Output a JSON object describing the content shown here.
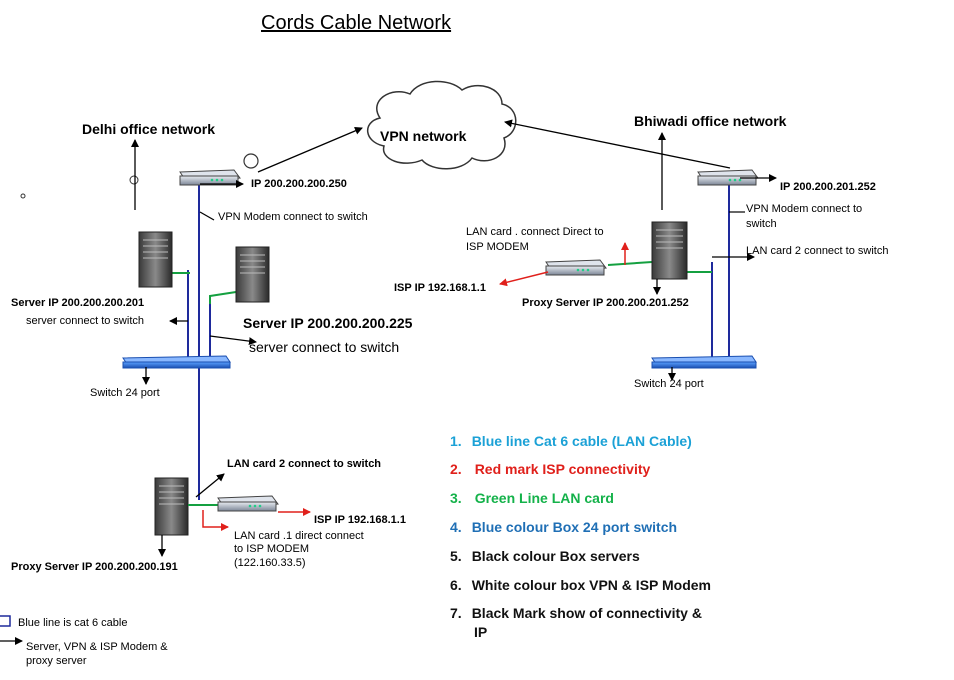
{
  "title": "Cords Cable Network",
  "cloud_label": "VPN network",
  "delhi": {
    "heading": "Delhi office network",
    "modem_ip": "IP 200.200.200.250",
    "modem_note": "VPN Modem connect to switch",
    "server1_ip": "Server IP 200.200.200.201",
    "server1_note": "server connect to switch",
    "server2_ip": "Server IP 200.200.200.225",
    "server2_note": "server connect to switch",
    "switch_label": "Switch 24 port",
    "lan2_note": "LAN card 2 connect to switch",
    "isp_ip": "ISP IP 192.168.1.1",
    "lan1_note_l1": "LAN card .1 direct connect",
    "lan1_note_l2": "to ISP MODEM",
    "lan1_note_l3": "(122.160.33.5)",
    "proxy_ip": "Proxy Server IP 200.200.200.191"
  },
  "bhiwadi": {
    "heading": "Bhiwadi office network",
    "modem_ip": "IP 200.200.201.252",
    "modem_note_l1": "VPN Modem connect to",
    "modem_note_l2": "switch",
    "lan2_note": "LAN card 2 connect to switch",
    "lan1_note_l1": "LAN card . connect Direct to",
    "lan1_note_l2": "ISP MODEM",
    "isp_ip": "ISP IP 192.168.1.1",
    "proxy_ip": "Proxy Server IP 200.200.201.252",
    "switch_label": "Switch 24 port"
  },
  "legend": [
    {
      "num": "1.",
      "text": "Blue line Cat 6 cable (LAN Cable)",
      "color": "#1ba1d6"
    },
    {
      "num": "2.",
      "text": "Red mark ISP connectivity",
      "color": "#e0201b"
    },
    {
      "num": "3.",
      "text": "Green Line LAN card",
      "color": "#14b24a"
    },
    {
      "num": "4.",
      "text": "Blue colour  Box  24 port switch",
      "color": "#1f6fb5"
    },
    {
      "num": "5.",
      "text": "Black colour Box servers",
      "color": "#111111"
    },
    {
      "num": "6.",
      "text": "White colour box VPN  & ISP Modem",
      "color": "#111111"
    },
    {
      "num": "7.",
      "text": "Black Mark show of  connectivity &",
      "text2": "IP",
      "color": "#111111"
    }
  ],
  "footnotes": {
    "blue_line": "Blue line is cat 6 cable",
    "devices_l1": "Server, VPN & ISP Modem &",
    "devices_l2": "proxy server"
  },
  "colors": {
    "cable": "#1e2a9c",
    "isp": "#e0201b",
    "lan": "#14a040",
    "switch": "#2a6fd0"
  }
}
